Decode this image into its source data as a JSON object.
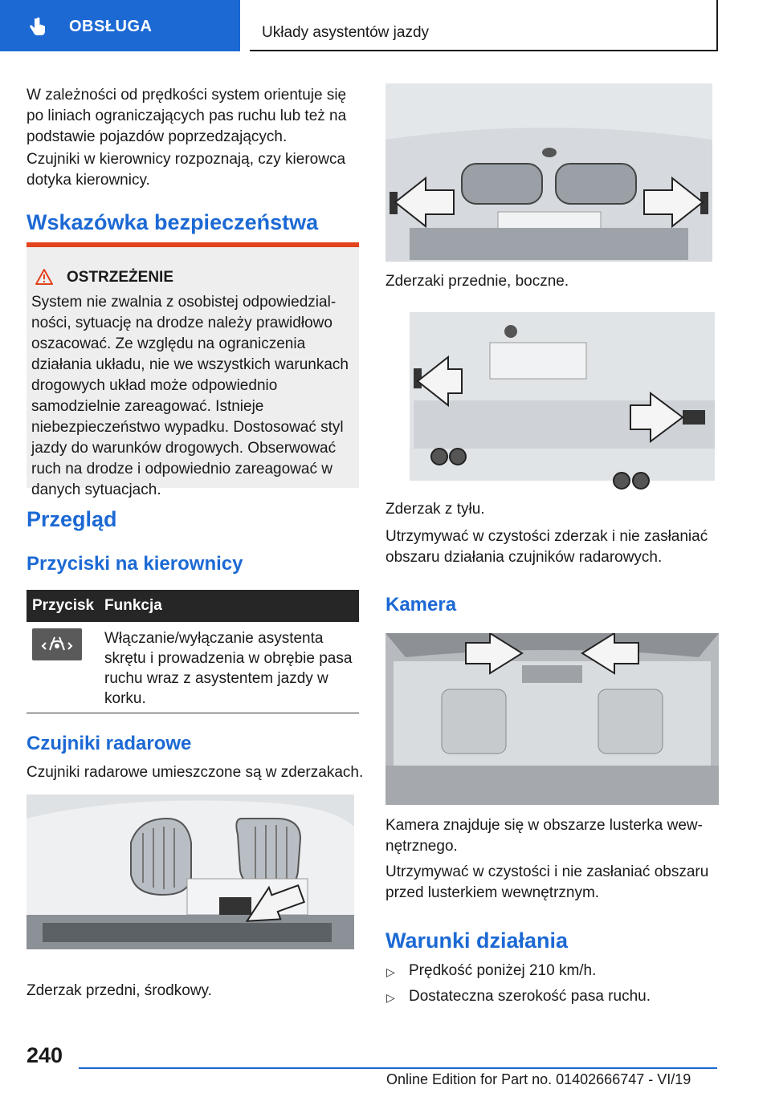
{
  "header": {
    "section": "OBSŁUGA",
    "title": "Układy asystentów jazdy"
  },
  "left": {
    "intro_1": "W zależności od prędkości system orientuje się po liniach ograniczających pas ruchu lub też na podstawie pojazdów poprzedzających.",
    "intro_2": "Czujniki w kierownicy rozpoznają, czy kierowca dotyka kierownicy.",
    "safety_heading": "Wskazówka bezpieczeństwa",
    "warning": {
      "title": "OSTRZEŻENIE",
      "text": "System nie zwalnia z osobistej odpowiedzial­ności, sytuację na drodze należy prawidłowo oszacować. Ze względu na ograniczenia działa­nia układu, nie we wszystkich warunkach dro­gowych układ może odpowiednio samodzielnie zareagować. Istnieje niebezpieczeństwo wy­padku. Dostosować styl jazdy do warunków drogowych. Obserwować ruch na drodze i od­powiednio zareagować w danych sytuacjach."
    },
    "overview_heading": "Przegląd",
    "buttons_heading": "Przyciski na kierownicy",
    "table": {
      "col_button": "Przycisk",
      "col_function": "Funkcja",
      "row_function": "Włączanie/wyłączanie asystenta skrętu i prowadzenia w obrębie pasa ruchu wraz z asystentem jazdy w korku."
    },
    "radar_heading": "Czujniki radarowe",
    "radar_text": "Czujniki radarowe umieszczone są w zderzakach.",
    "caption_front_center": "Zderzak przedni, środkowy."
  },
  "right": {
    "caption_front_side": "Zderzaki przednie, boczne.",
    "caption_rear": "Zderzak z tyłu.",
    "rear_text": "Utrzymywać w czystości zderzak i nie zasłaniać obszaru działania czujników radarowych.",
    "camera_heading": "Kamera",
    "camera_text_1": "Kamera znajduje się w obszarze lusterka wew­nętrznego.",
    "camera_text_2": "Utrzymywać w czystości i nie zasłaniać obszaru przed lusterkiem wewnętrznym.",
    "conditions_heading": "Warunki działania",
    "bullets": [
      "Prędkość poniżej 210 km/h.",
      "Dostateczna szerokość pasa ruchu."
    ]
  },
  "footer": {
    "page_number": "240",
    "edition": "Online Edition for Part no. 01402666747 - VI/19"
  },
  "colors": {
    "brand_blue": "#1c69d4",
    "warning_red": "#e2421c"
  }
}
